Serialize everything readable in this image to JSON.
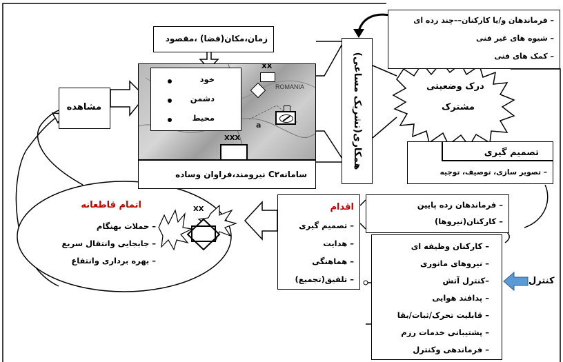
{
  "top_goal_box": "زمان،مکان(فضا) ،مقصود",
  "map_items": [
    "خود",
    "دشمن",
    "محیط"
  ],
  "map_caption": "سامانهC۲ نیرومند،فراوان وساده",
  "map_labels": {
    "country": "ROMANIA",
    "unit_top": "XX",
    "unit_bottom": "XXX",
    "letter": "a"
  },
  "observation": "مشاهده",
  "cooperation": "همکاری(تشریک مساعی)",
  "top_right_list": [
    "– فرماندهان و/یا کارکنان––چند رده ای",
    "– شیوه های غیر فنی",
    "– کمک های فنی"
  ],
  "cloud_text": [
    "درک وضعیتی",
    "مشترک"
  ],
  "decision": {
    "title": "تصمیم گیری",
    "sub": "– تصویر سازی، توصیف، توجیه"
  },
  "action": {
    "title": "اقدام",
    "items": [
      "– تصمیم گیری",
      "– هدایت",
      "– هماهنگی",
      "– تلفیق(تجمیع)"
    ]
  },
  "lower_levels": [
    "– فرماندهان رده پایین",
    "– کارکنان(نیروها)"
  ],
  "decisive": {
    "title": "اتمام قاطعانه",
    "items": [
      "– حملات بهنگام",
      "– جابجایی وانتقال سریع",
      "– بهره برداری وانتفاع"
    ],
    "unit": "XX"
  },
  "control_label": "کنترل",
  "control_items": [
    "– کارکنان وظیفه ای",
    "– نیروهای مانوری",
    "–کنترل آتش",
    "– پدافند هوایی",
    "– قابلیت تحرک/ثبات/بقا",
    "– پشتیبانی خدمات رزم",
    "– فرماندهی وکنترل"
  ],
  "colors": {
    "accent_red": "#c00000",
    "arrow_blue": "#5b9bd5"
  }
}
